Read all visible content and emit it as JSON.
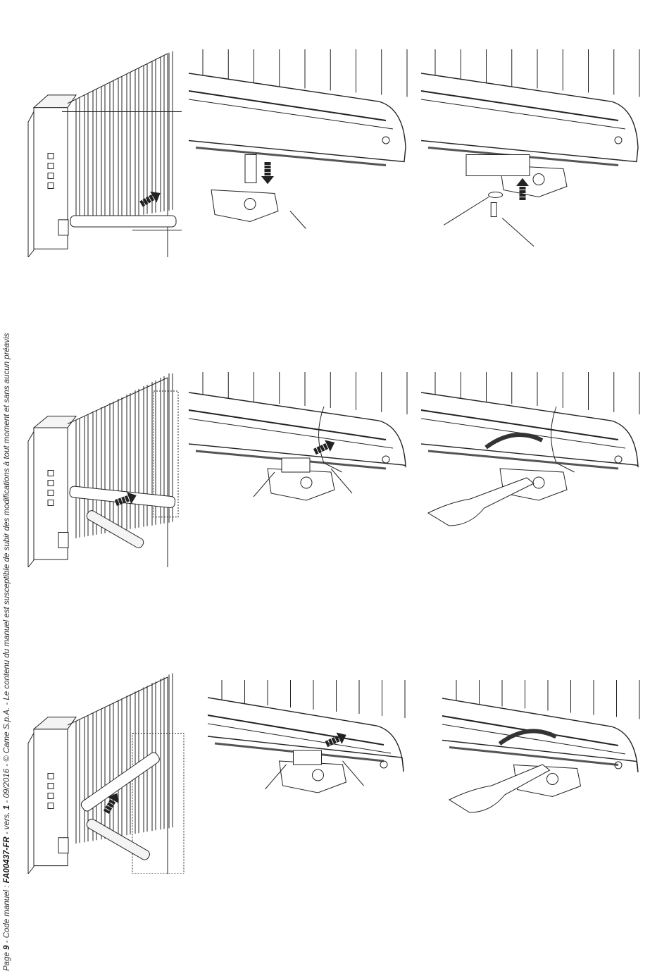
{
  "footer": {
    "page_label": "Page ",
    "page_number": "9",
    "code_label": " - Code manuel : ",
    "code": "FA00437-FR",
    "version_label": " - vers. ",
    "version": "1",
    "rest": " - 09/2016 - © Came S.p.A. - Le contenu du manuel est susceptible de subir des modifications à tout moment et sans aucun préavis"
  },
  "figures": [
    {
      "row": 1,
      "col": 1,
      "subject": "gate-overview"
    },
    {
      "row": 1,
      "col": 2,
      "subject": "bracket-insert"
    },
    {
      "row": 1,
      "col": 3,
      "subject": "bolt-fasten"
    },
    {
      "row": 2,
      "col": 1,
      "subject": "gate-overview"
    },
    {
      "row": 2,
      "col": 2,
      "subject": "slider-push"
    },
    {
      "row": 2,
      "col": 3,
      "subject": "wrench-tighten"
    },
    {
      "row": 3,
      "col": 1,
      "subject": "gate-overview"
    },
    {
      "row": 3,
      "col": 2,
      "subject": "slider-push"
    },
    {
      "row": 3,
      "col": 3,
      "subject": "wrench-tighten"
    }
  ]
}
